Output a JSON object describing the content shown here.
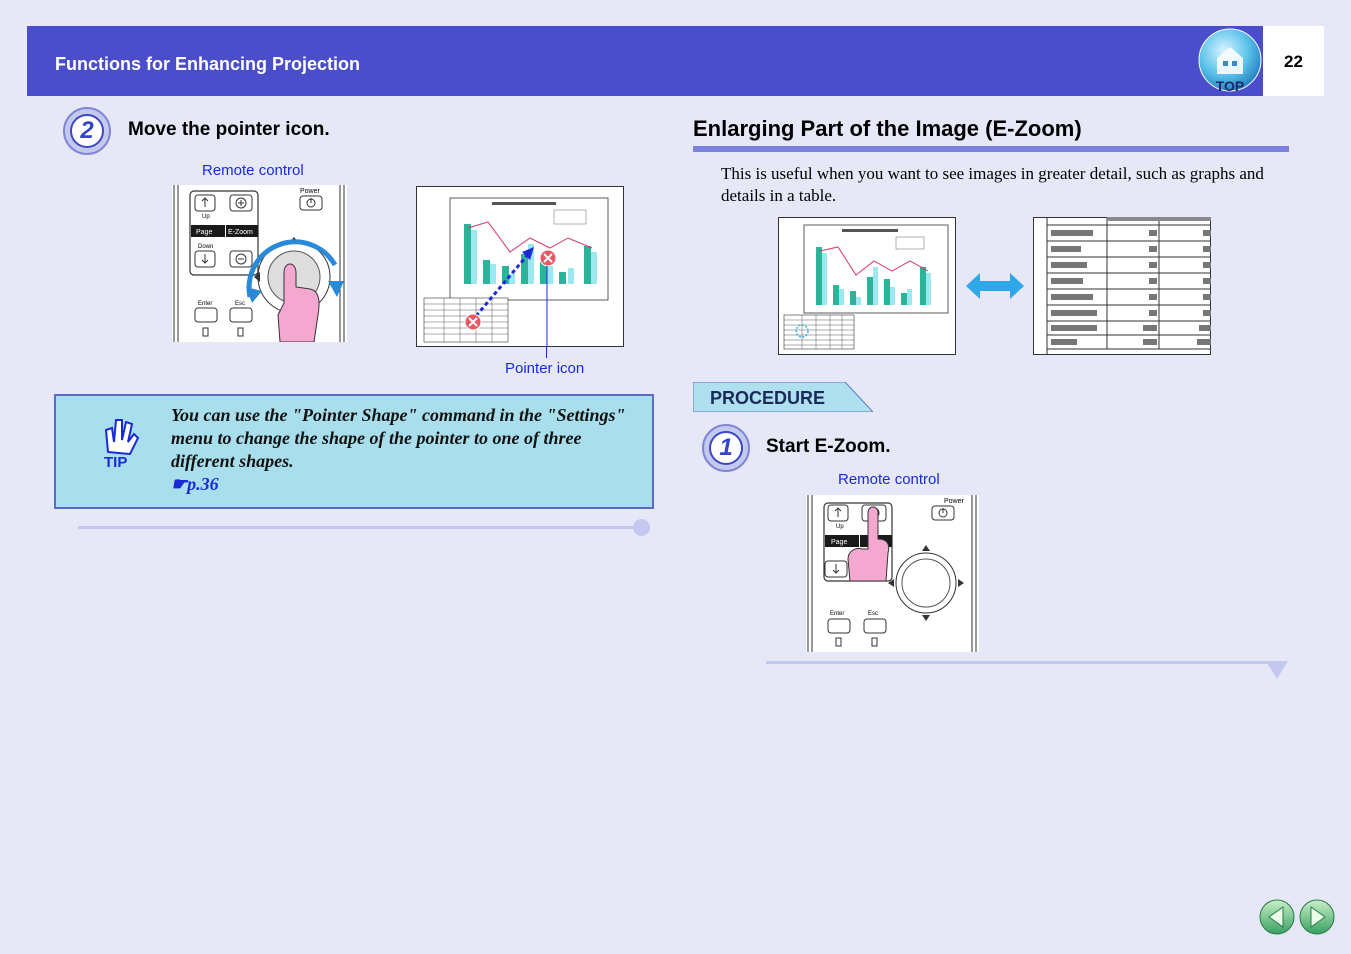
{
  "header": {
    "title": "Functions for Enhancing Projection",
    "page_number": "22",
    "top_label": "TOP"
  },
  "step2": {
    "number": "2",
    "title": "Move the pointer icon.",
    "remote_label": "Remote control",
    "pointer_label": "Pointer icon"
  },
  "remote": {
    "power": "Power",
    "up": "Up",
    "page": "Page",
    "down": "Down",
    "ezoom": "E-Zoom",
    "enter": "Enter",
    "esc": "Esc"
  },
  "tip": {
    "label": "TIP",
    "text": "You can use the \"Pointer Shape\" command in the \"Settings\" menu to change the shape of the pointer to one of three different shapes.",
    "link_symbol": "☛",
    "link": "p.36"
  },
  "section": {
    "heading": "Enlarging Part of the Image (E-Zoom)",
    "body": "This is useful when you want to see images in greater detail, such as graphs and details in a table."
  },
  "procedure": {
    "label": "PROCEDURE"
  },
  "step1": {
    "number": "1",
    "title": "Start E-Zoom.",
    "remote_label": "Remote control"
  },
  "colors": {
    "header_bg": "#4b4ecb",
    "accent_blue": "#1a2ad8",
    "tip_bg": "#a9dfed",
    "page_bg": "#e6e8f8"
  }
}
